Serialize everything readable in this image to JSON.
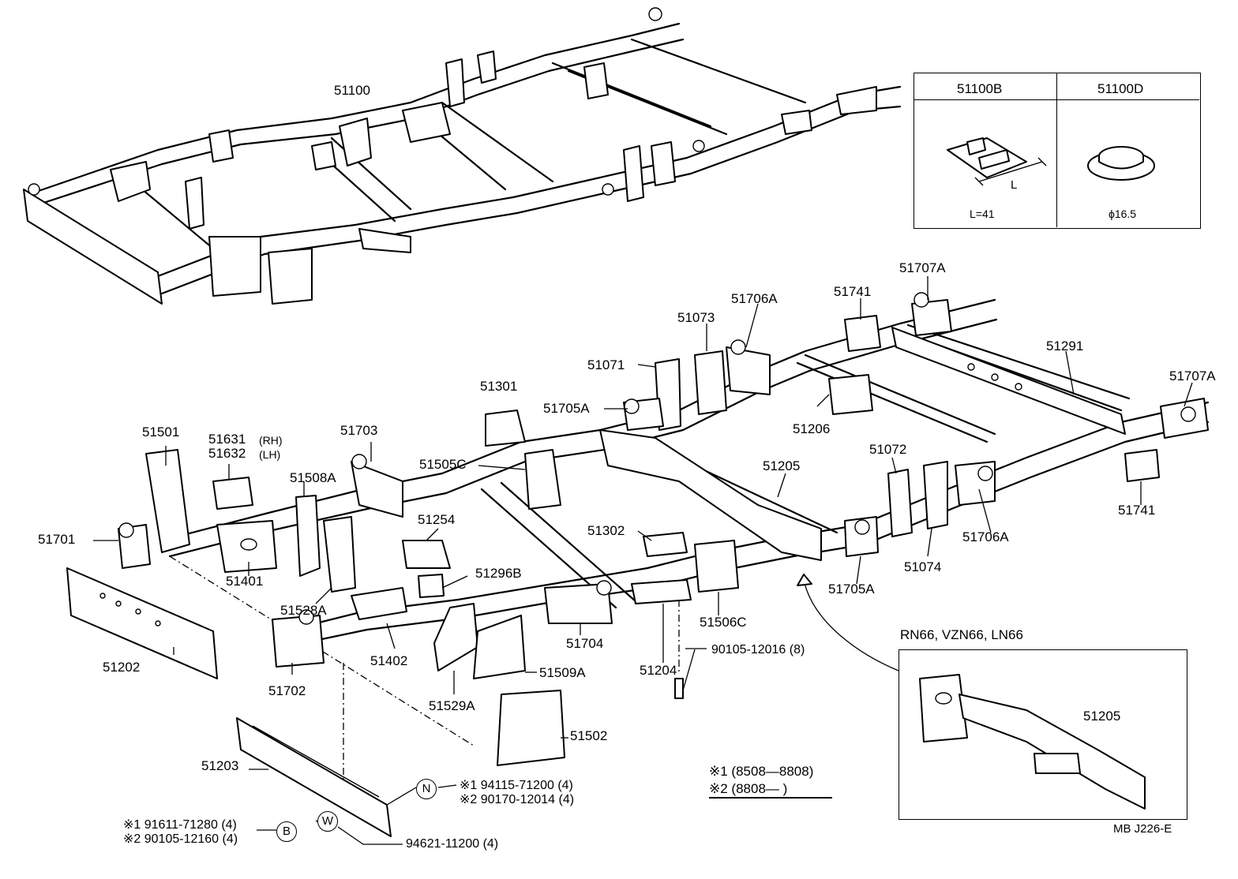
{
  "main_frame_label": "51100",
  "inset_b": {
    "part": "51100B",
    "dim_symbol": "L",
    "dim": "L=41"
  },
  "inset_d": {
    "part": "51100D",
    "dim": "ϕ16.5"
  },
  "labels": {
    "p51707A_a": "51707A",
    "p51741_a": "51741",
    "p51706A_a": "51706A",
    "p51073": "51073",
    "p51291": "51291",
    "p51707A_b": "51707A",
    "p51071": "51071",
    "p51301": "51301",
    "p51705A_a": "51705A",
    "p51206": "51206",
    "p51501": "51501",
    "p51631": "51631",
    "p51631_side": "(RH)",
    "p51632": "51632",
    "p51632_side": "(LH)",
    "p51703": "51703",
    "p51505C": "51505C",
    "p51205_a": "51205",
    "p51072": "51072",
    "p51508A": "51508A",
    "p51254": "51254",
    "p51741_b": "51741",
    "p51701": "51701",
    "p51401": "51401",
    "p51302": "51302",
    "p51706A_b": "51706A",
    "p51296B": "51296B",
    "p51528A": "51528A",
    "p51074": "51074",
    "p51705A_b": "51705A",
    "p51704": "51704",
    "p51506C": "51506C",
    "p51202": "51202",
    "p51402": "51402",
    "p51509A": "51509A",
    "p51204": "51204",
    "p51702": "51702",
    "p51529A": "51529A",
    "p51502": "51502",
    "p51203": "51203",
    "bolt_90105": "90105-12016 (8)"
  },
  "inset_variant": {
    "models": "RN66, VZN66, LN66",
    "part": "51205"
  },
  "fasteners": {
    "n_symbol": "N",
    "n_line1": "※1 94115-71200 (4)",
    "n_line2": "※2 90170-12014 (4)",
    "b_symbol": "B",
    "b_line1": "※1 91611-71280 (4)",
    "b_line2": "※2 90105-12160 (4)",
    "w_symbol": "W",
    "w_line": "94621-11200 (4)"
  },
  "legend": {
    "line1": "※1 (8508—8808)",
    "line2": "※2 (8808—        )"
  },
  "footer_code": "MB  J226-E"
}
